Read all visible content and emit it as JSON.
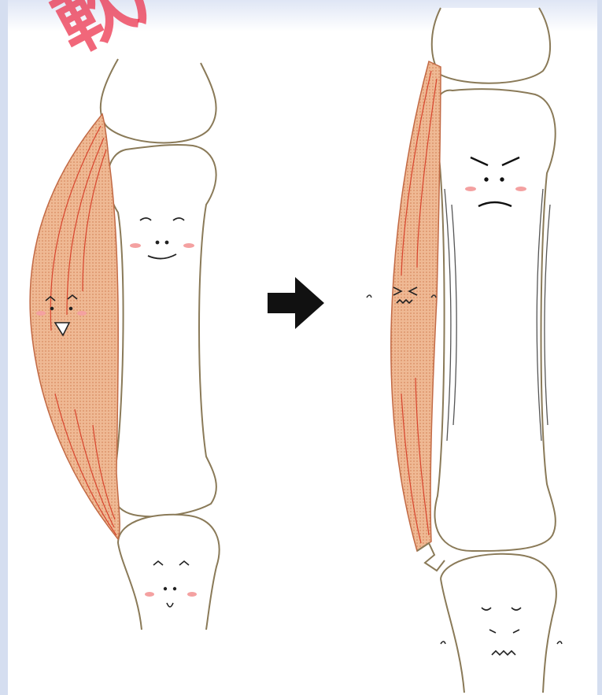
{
  "watermark": "軟广",
  "colors": {
    "bone_outline": "#8a7a58",
    "bone_fill": "#ffffff",
    "muscle_fill": "#e8a77f",
    "muscle_fiber": "#d8452e",
    "blush": "#f4a1a1",
    "arrow": "#111111",
    "watermark": "#eb2d46"
  },
  "figures": [
    {
      "name": "relaxed",
      "muscle_state": "relaxed",
      "bone_expression": "smile",
      "muscle_expression": "happy",
      "lower_bone_expression": "happy"
    },
    {
      "name": "strained",
      "muscle_state": "tense-torn",
      "bone_expression": "angry-shaking",
      "muscle_expression": "strained-sweating",
      "lower_bone_expression": "pained-sweating"
    }
  ],
  "arrow_icon": "right-arrow-icon"
}
